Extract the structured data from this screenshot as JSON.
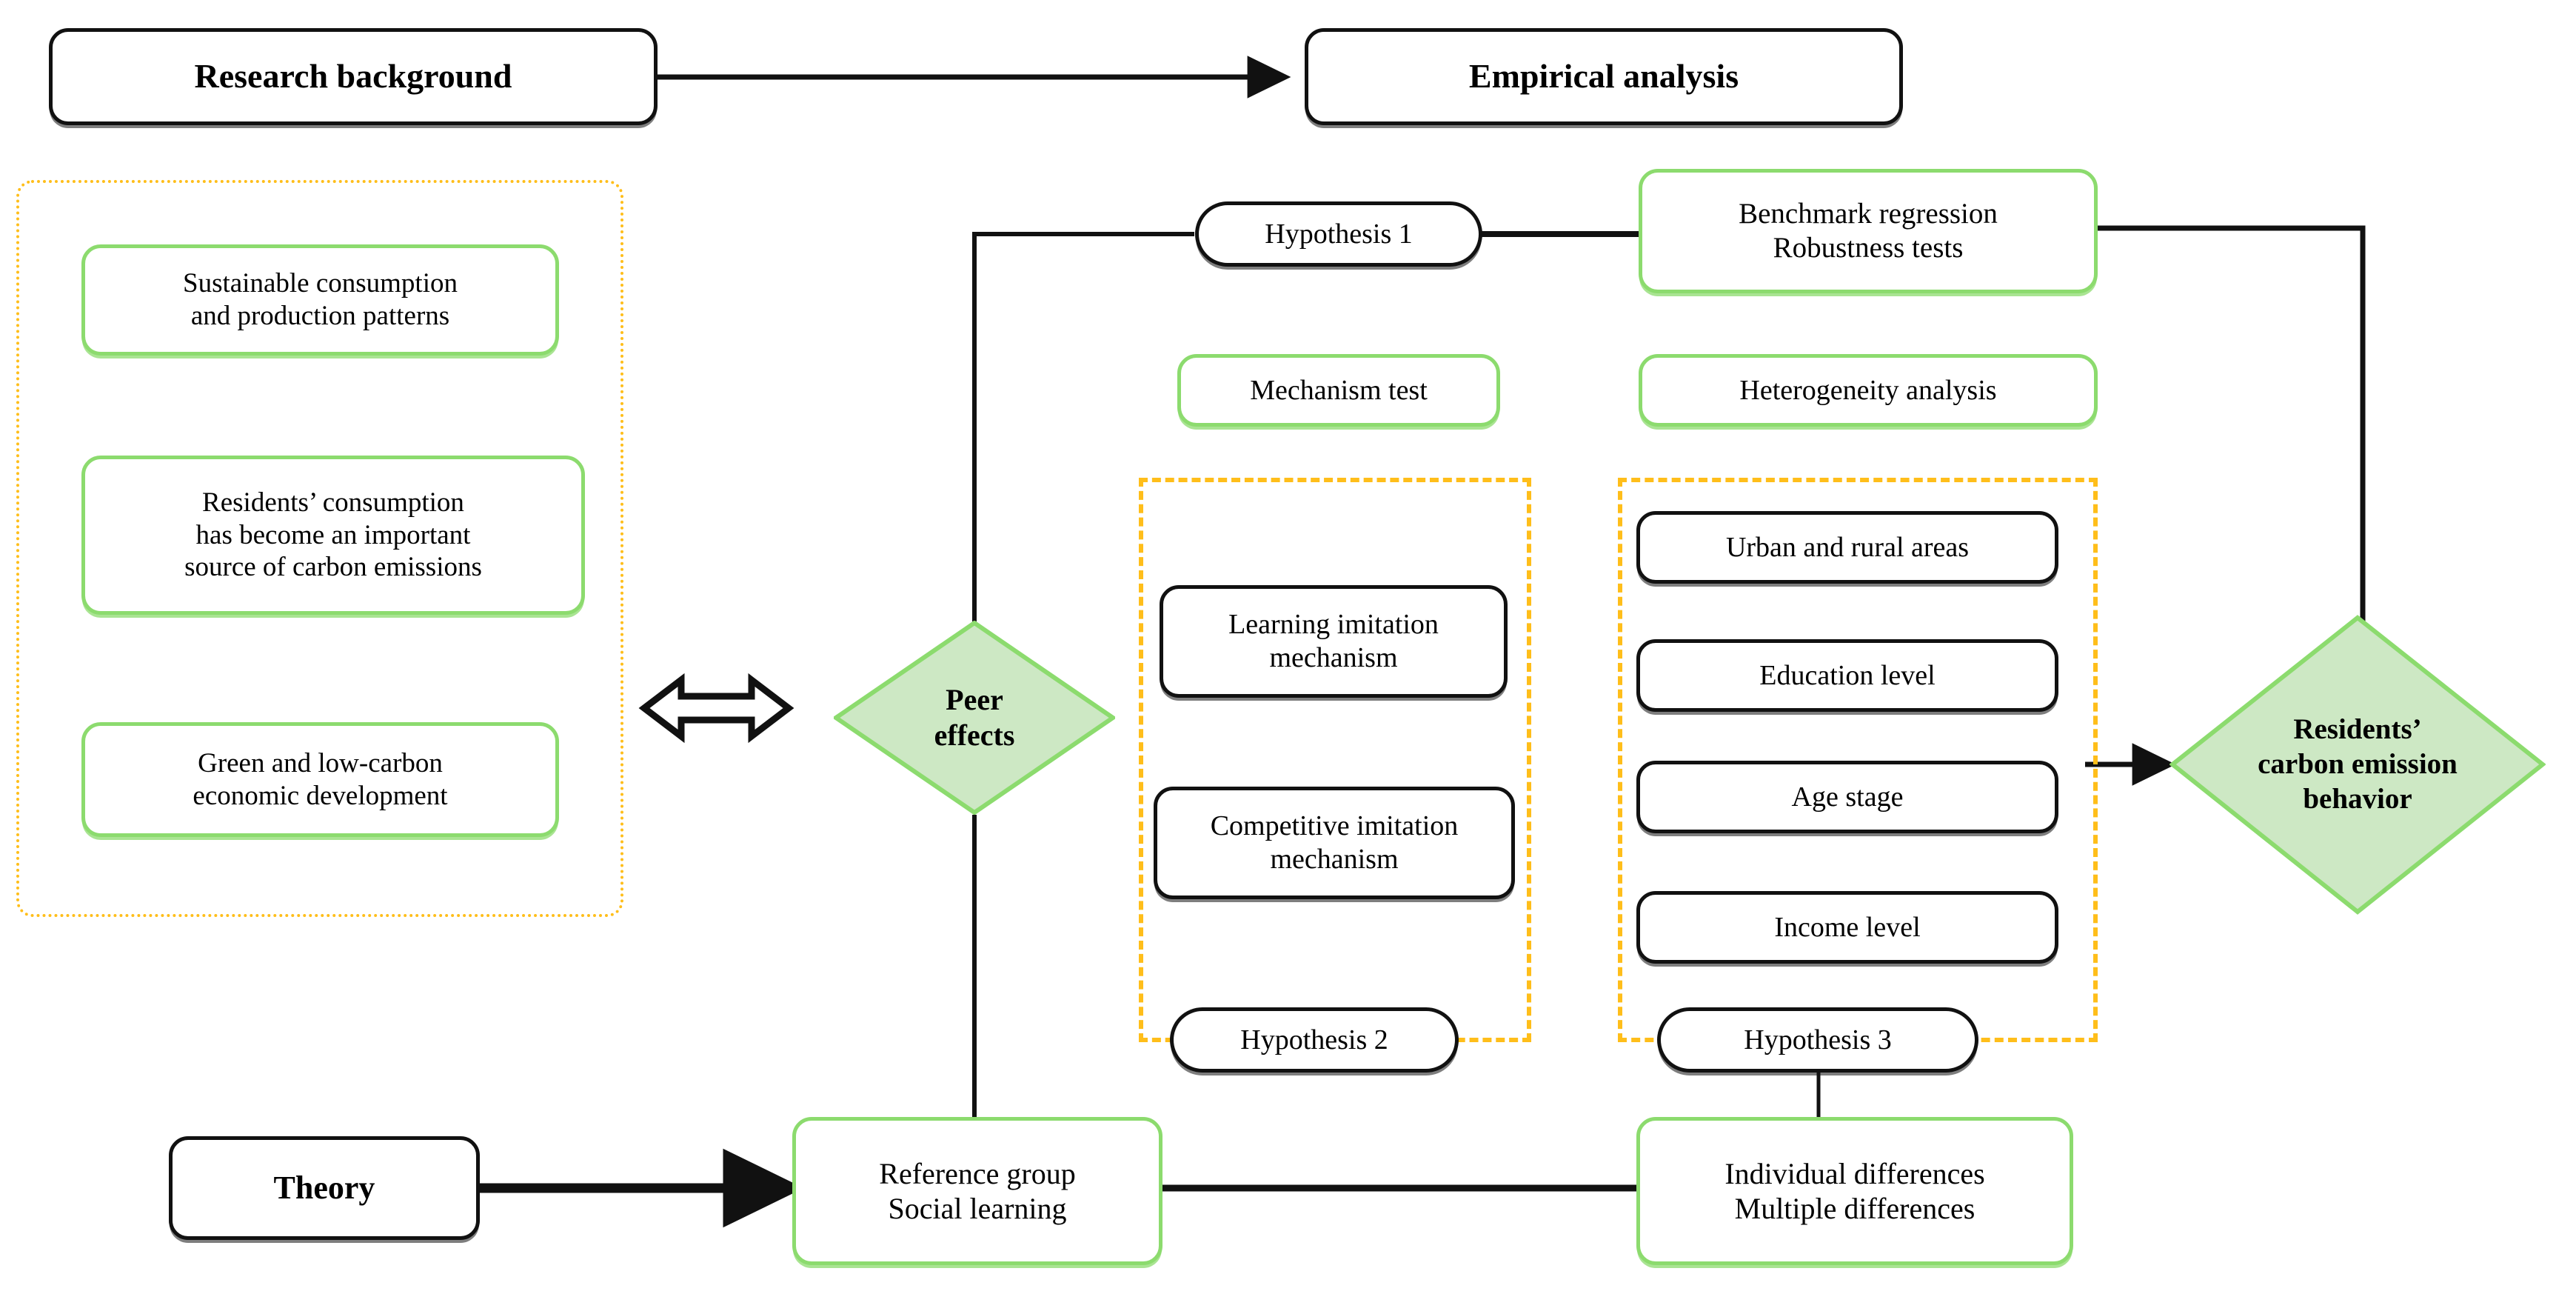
{
  "colors": {
    "green_border": "#8CDB6E",
    "green_fill": "#CDE8C4",
    "orange_dash": "#FFBE1A",
    "line": "#111111",
    "text": "#000000"
  },
  "top": {
    "research_background": "Research background",
    "empirical_analysis": "Empirical analysis"
  },
  "background_group": {
    "items": [
      "Sustainable consumption\nand production patterns",
      "Residents’ consumption\nhas become an important\nsource of carbon emissions",
      "Green and low-carbon\neconomic development"
    ]
  },
  "core": {
    "peer_effects": "Peer\neffects",
    "outcome": "Residents’\ncarbon emission\nbehavior"
  },
  "analysis": {
    "hypothesis_1": "Hypothesis 1",
    "benchmark": "Benchmark regression\nRobustness tests",
    "mechanism_test": "Mechanism test",
    "heterogeneity": "Heterogeneity analysis"
  },
  "mechanism_group": {
    "items": [
      "Learning imitation\nmechanism",
      "Competitive imitation\nmechanism"
    ],
    "hypothesis": "Hypothesis 2"
  },
  "heterogeneity_group": {
    "items": [
      "Urban and rural areas",
      "Education level",
      "Age stage",
      "Income level"
    ],
    "hypothesis": "Hypothesis 3"
  },
  "bottom": {
    "theory": "Theory",
    "reference_group": "Reference group\nSocial learning",
    "individual_differences": "Individual differences\nMultiple differences"
  }
}
